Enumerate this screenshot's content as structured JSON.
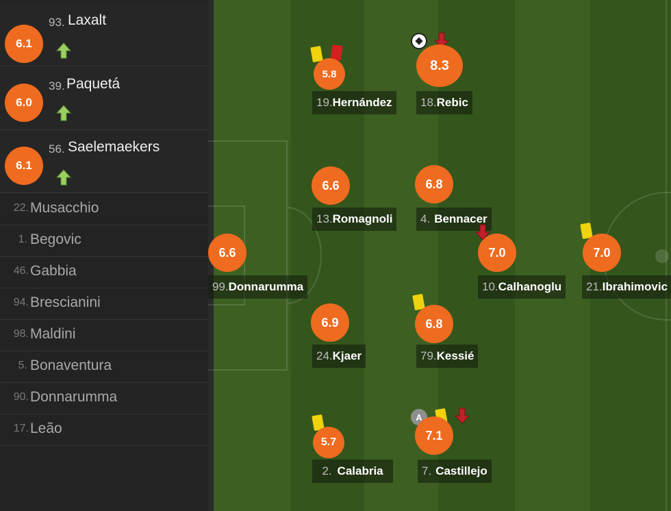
{
  "colors": {
    "rating_orange": "#ef6b1f",
    "sub_in_arrow": "#9ad062",
    "sub_out_arrow": "#c2202b",
    "yellow_card": "#f0d20d",
    "red_card": "#d6201f"
  },
  "substitutes_in": [
    {
      "number": "93.",
      "name": "Laxalt",
      "rating": "6.1",
      "icon": "sub-in-arrow-icon"
    },
    {
      "number": "39.",
      "name": "Paquetá",
      "rating": "6.0",
      "icon": "sub-in-arrow-icon"
    },
    {
      "number": "56.",
      "name": "Saelemaekers",
      "rating": "6.1",
      "icon": "sub-in-arrow-icon"
    }
  ],
  "bench": [
    {
      "number": "22.",
      "name": "Musacchio"
    },
    {
      "number": "1.",
      "name": "Begovic"
    },
    {
      "number": "46.",
      "name": "Gabbia"
    },
    {
      "number": "94.",
      "name": "Brescianini"
    },
    {
      "number": "98.",
      "name": "Maldini"
    },
    {
      "number": "5.",
      "name": "Bonaventura"
    },
    {
      "number": "90.",
      "name": "Donnarumma"
    },
    {
      "number": "17.",
      "name": "Leão"
    }
  ],
  "players": [
    {
      "number": "99.",
      "name": "Donnarumma",
      "rating": "6.6",
      "icons": []
    },
    {
      "number": "2.",
      "name": "Calabria",
      "rating": "5.7",
      "icons": [
        "yellow-card-icon"
      ]
    },
    {
      "number": "24.",
      "name": "Kjaer",
      "rating": "6.9",
      "icons": []
    },
    {
      "number": "13.",
      "name": "Romagnoli",
      "rating": "6.6",
      "icons": []
    },
    {
      "number": "19.",
      "name": "Hernández",
      "rating": "5.8",
      "icons": [
        "yellow-card-icon",
        "red-card-icon"
      ]
    },
    {
      "number": "7.",
      "name": "Castillejo",
      "rating": "7.1",
      "icons": [
        "captain-icon",
        "yellow-card-icon",
        "sub-out-arrow-icon"
      ],
      "captain_letter": "A"
    },
    {
      "number": "79.",
      "name": "Kessié",
      "rating": "6.8",
      "icons": [
        "yellow-card-icon"
      ]
    },
    {
      "number": "4.",
      "name": "Bennacer",
      "rating": "6.8",
      "icons": []
    },
    {
      "number": "18.",
      "name": "Rebic",
      "rating": "8.3",
      "icons": [
        "goal-ball-icon",
        "sub-out-arrow-icon"
      ]
    },
    {
      "number": "10.",
      "name": "Calhanoglu",
      "rating": "7.0",
      "icons": [
        "sub-out-arrow-icon"
      ]
    },
    {
      "number": "21.",
      "name": "Ibrahimovic",
      "rating": "7.0",
      "icons": [
        "yellow-card-icon"
      ]
    }
  ]
}
